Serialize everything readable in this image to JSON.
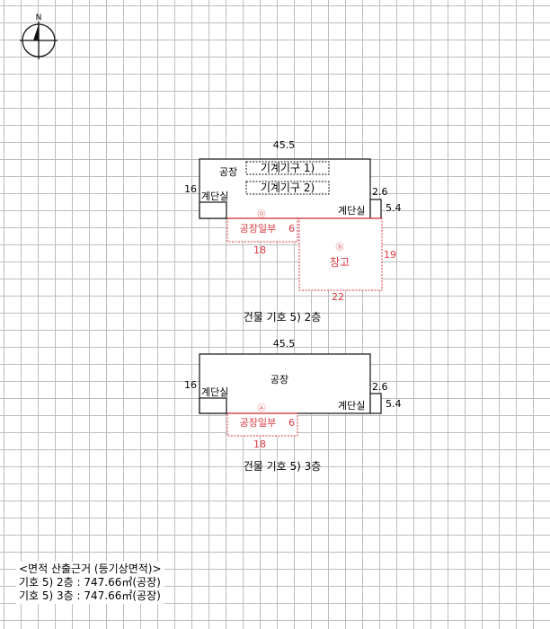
{
  "compass": {
    "label": "N"
  },
  "floor2": {
    "dims": {
      "width": "45.5",
      "depth": "16",
      "stair_w": "2.6",
      "stair_h": "5.4"
    },
    "labels": {
      "factory": "공장",
      "machine1": "기계기구 1)",
      "machine2": "기계기구 2)",
      "stair_left": "계단실",
      "stair_right": "계단실"
    },
    "part_a": {
      "mark": "㉧",
      "label": "공장일부",
      "w": "18",
      "h": "6"
    },
    "part_b": {
      "mark": "ⓑ",
      "label": "창고",
      "w": "22",
      "h": "19"
    },
    "caption": "건물 기호 5) 2층"
  },
  "floor3": {
    "dims": {
      "width": "45.5",
      "depth": "16",
      "stair_w": "2.6",
      "stair_h": "5.4"
    },
    "labels": {
      "factory": "공장",
      "stair_left": "계단실",
      "stair_right": "계단실"
    },
    "part_a": {
      "mark": "㉦",
      "label": "공장일부",
      "w": "18",
      "h": "6"
    },
    "caption": "건물 기호 5) 3층"
  },
  "notes": {
    "title": "<면적 산출근거 (등기상면적)>",
    "line1": "기호 5) 2층 : 747.66㎡(공장)",
    "line2": "기호 5) 3층 : 747.66㎡(공장)"
  },
  "colors": {
    "red": "#d9363e",
    "black": "#111111",
    "grid": "#bdbdbd"
  }
}
